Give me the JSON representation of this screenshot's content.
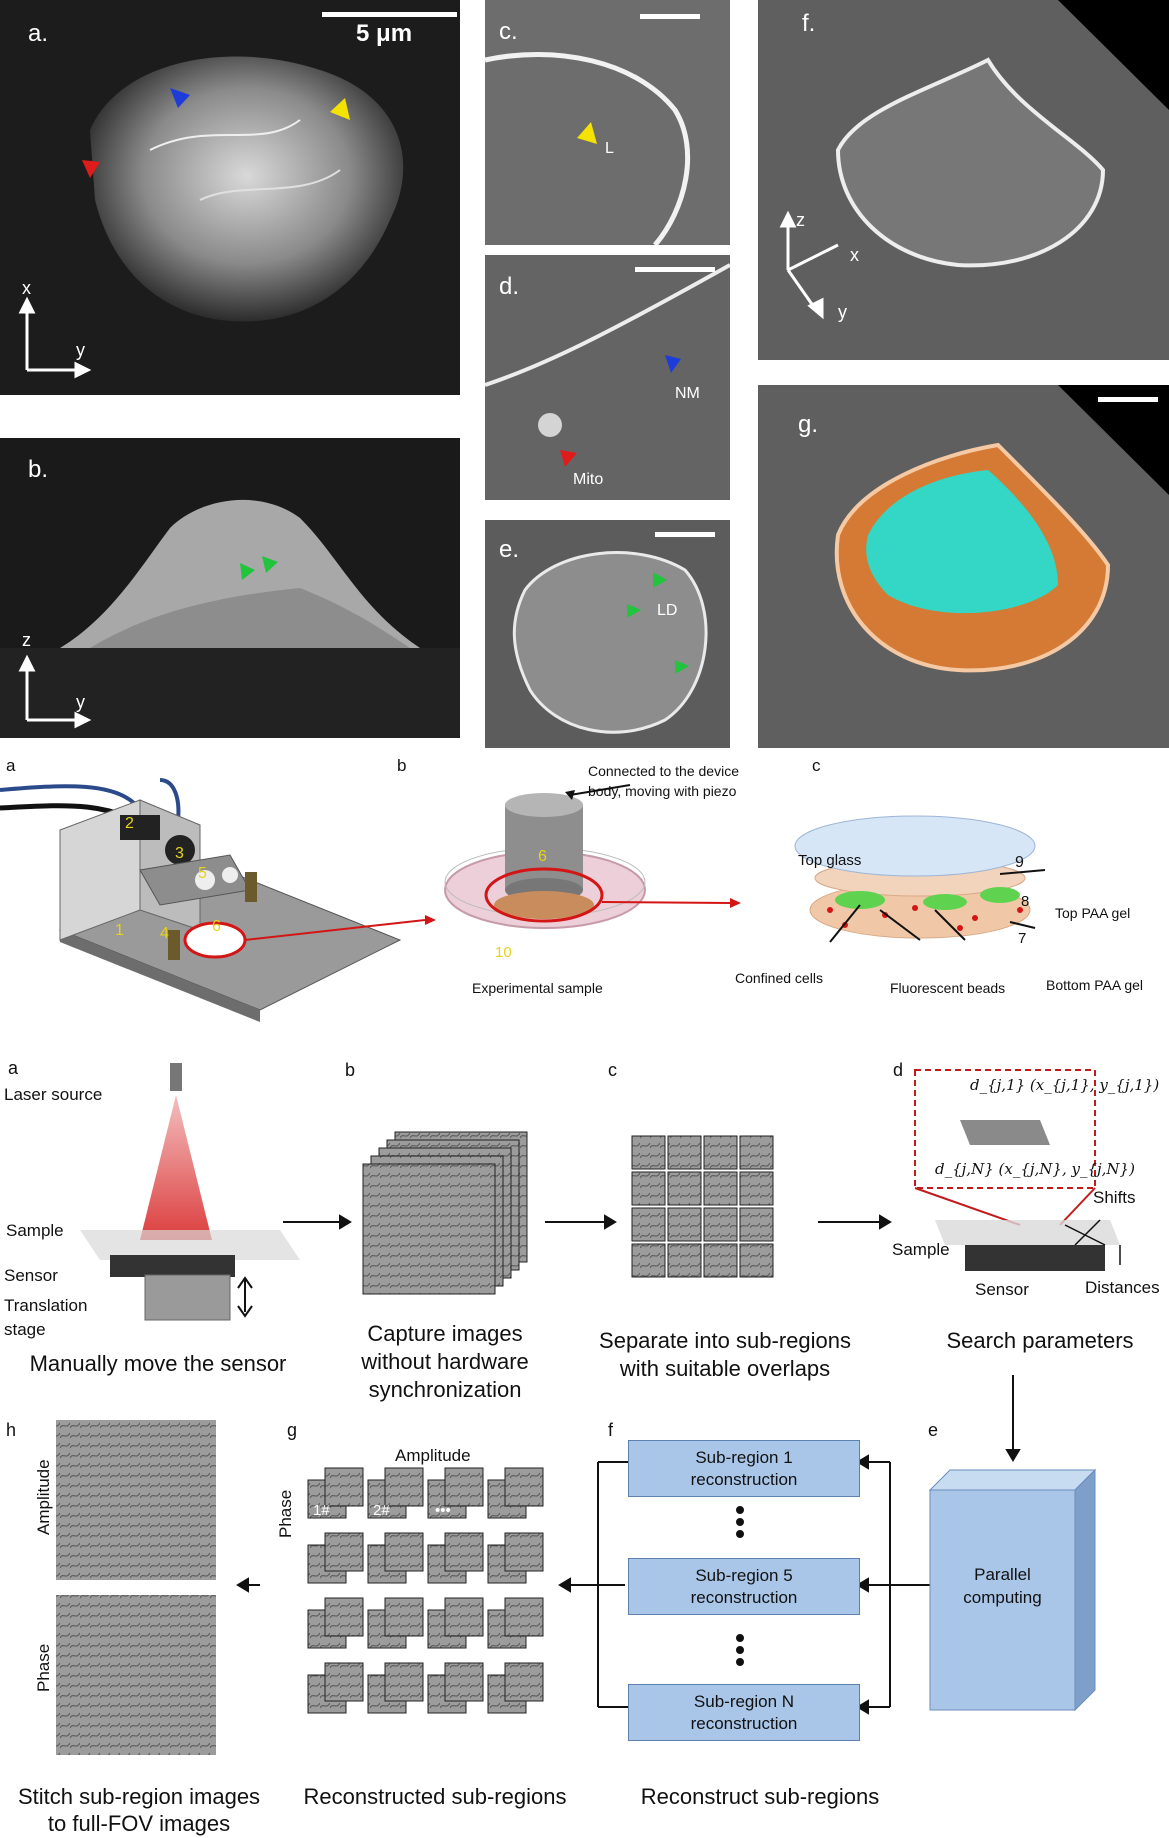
{
  "top_figure": {
    "panels": {
      "a": {
        "label": "a.",
        "scalebar_text": "5 μm",
        "axis_v": "x",
        "axis_h": "y"
      },
      "b": {
        "label": "b.",
        "axis_v": "z",
        "axis_h": "y"
      },
      "c": {
        "label": "c.",
        "ann": [
          "L"
        ]
      },
      "d": {
        "label": "d.",
        "ann": [
          "NM",
          "Mito"
        ]
      },
      "e": {
        "label": "e.",
        "ann": [
          "LD"
        ]
      },
      "f": {
        "label": "f.",
        "axes": [
          "z",
          "x",
          "y"
        ]
      },
      "g": {
        "label": "g."
      }
    },
    "arrow_colors": {
      "yellow": "#f4e300",
      "blue": "#1d3cd8",
      "red": "#e01b1b",
      "green": "#21c43c"
    }
  },
  "middle_figure": {
    "labels": {
      "a": "a",
      "b": "b",
      "c": "c"
    },
    "device_numbers": [
      "2",
      "3",
      "5",
      "1",
      "4",
      "6"
    ],
    "b_note": "Connected to the device body, moving with piezo",
    "b_note_l1": "Connected to the device",
    "b_note_l2": "body, moving with piezo",
    "b_objective_num": "6",
    "b_dish_num": "10",
    "b_caption": "Experimental sample",
    "c_top_glass": "Top glass",
    "c_num_9": "9",
    "c_num_8": "8",
    "c_num_7": "7",
    "c_top_gel": "Top PAA gel",
    "c_bottom_gel": "Bottom PAA gel",
    "c_cells": "Confined cells",
    "c_beads": "Fluorescent beads"
  },
  "bottom_figure": {
    "labels": {
      "a": "a",
      "b": "b",
      "c": "c",
      "d": "d",
      "e": "e",
      "f": "f",
      "g": "g",
      "h": "h"
    },
    "a": {
      "laser": "Laser source",
      "sample": "Sample",
      "sensor": "Sensor",
      "stage_l1": "Translation",
      "stage_l2": "stage",
      "caption": "Manually move the sensor"
    },
    "b": {
      "caption_l1": "Capture images",
      "caption_l2": "without hardware",
      "caption_l3": "synchronization"
    },
    "c": {
      "caption_l1": "Separate into sub-regions",
      "caption_l2": "with suitable overlaps"
    },
    "d": {
      "eq1": "d_{j,1} (x_{j,1}, y_{j,1})",
      "eqN": "d_{j,N} (x_{j,N}, y_{j,N})",
      "shifts": "Shifts",
      "sample": "Sample",
      "sensor": "Sensor",
      "distances": "Distances",
      "caption": "Search parameters"
    },
    "e": {
      "box_l1": "Parallel",
      "box_l2": "computing"
    },
    "f": {
      "boxes": [
        {
          "l1": "Sub-region 1",
          "l2": "reconstruction"
        },
        {
          "l1": "Sub-region 5",
          "l2": "reconstruction"
        },
        {
          "l1": "Sub-region N",
          "l2": "reconstruction"
        }
      ],
      "caption": "Reconstruct sub-regions"
    },
    "g": {
      "amplitude": "Amplitude",
      "phase": "Phase",
      "tiles": [
        "1#",
        "2#",
        "•••"
      ],
      "caption": "Reconstructed sub-regions"
    },
    "h": {
      "amplitude": "Amplitude",
      "phase": "Phase",
      "caption_l1": "Stitch sub-region images",
      "caption_l2": "to full-FOV images"
    }
  }
}
